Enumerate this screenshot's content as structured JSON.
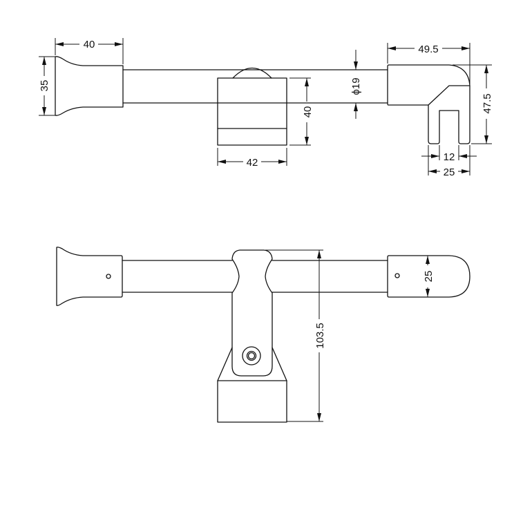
{
  "drawing": {
    "title": "T-bar glass clamp technical drawing",
    "line_color": "#111111",
    "background": "#ffffff",
    "views": {
      "front_view": {
        "dimensions": {
          "end_cap_length": "40",
          "end_cap_height": "35",
          "clamp_block_width": "42",
          "clamp_block_height": "40",
          "tube_diameter": "ϕ19",
          "elbow_length": "49.5",
          "elbow_height": "47.5",
          "slot_width": "12",
          "leg_width": "25"
        }
      },
      "top_view": {
        "dimensions": {
          "end_cap_width": "25",
          "overall_height": "103.5"
        }
      }
    }
  }
}
